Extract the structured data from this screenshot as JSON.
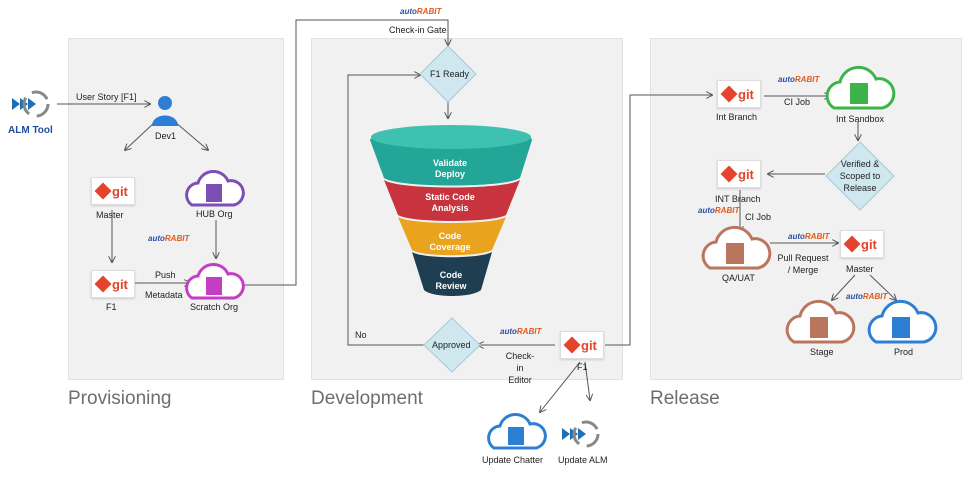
{
  "sections": {
    "provisioning": "Provisioning",
    "development": "Development",
    "release": "Release"
  },
  "provisioning": {
    "alm_tool": "ALM Tool",
    "user_story": "User Story [F1]",
    "dev1": "Dev1",
    "master": "Master",
    "hub_org": "HUB Org",
    "f1": "F1",
    "push": "Push",
    "metadata": "Metadata",
    "scratch_org": "Scratch Org"
  },
  "development": {
    "check_in_gate": "Check-in Gate",
    "f1_ready": "F1 Ready",
    "funnel": [
      "Validate Deploy",
      "Static Code Analysis",
      "Code Coverage",
      "Code Review"
    ],
    "approved": "Approved",
    "no": "No",
    "check_in_editor": "Check-in Editor",
    "f1": "F1",
    "update_chatter": "Update Chatter",
    "update_alm": "Update ALM"
  },
  "release": {
    "int_branch": "Int Branch",
    "ci_job": "CI Job",
    "int_sandbox": "Int Sandbox",
    "verified": "Verified & Scoped to Release",
    "int_branch_2": "INT Branch",
    "ci_job_2": "CI Job",
    "qa_uat": "QA/UAT",
    "pull_request": "Pull Request / Merge",
    "master": "Master",
    "stage": "Stage",
    "prod": "Prod"
  },
  "badges": {
    "git": "git",
    "autorabit_a": "auto",
    "autorabit_b": "RABIT"
  },
  "colors": {
    "git_red": "#e4442b",
    "green": "#3cb44a",
    "purple": "#7b4fb5",
    "magenta": "#c43ec4",
    "brown": "#b9765c",
    "blue": "#2d7fd3",
    "teal": "#23a597",
    "red": "#c8343d",
    "orange": "#eaa31e",
    "navy": "#1f3e52",
    "diamond": "#cfe7ef"
  }
}
